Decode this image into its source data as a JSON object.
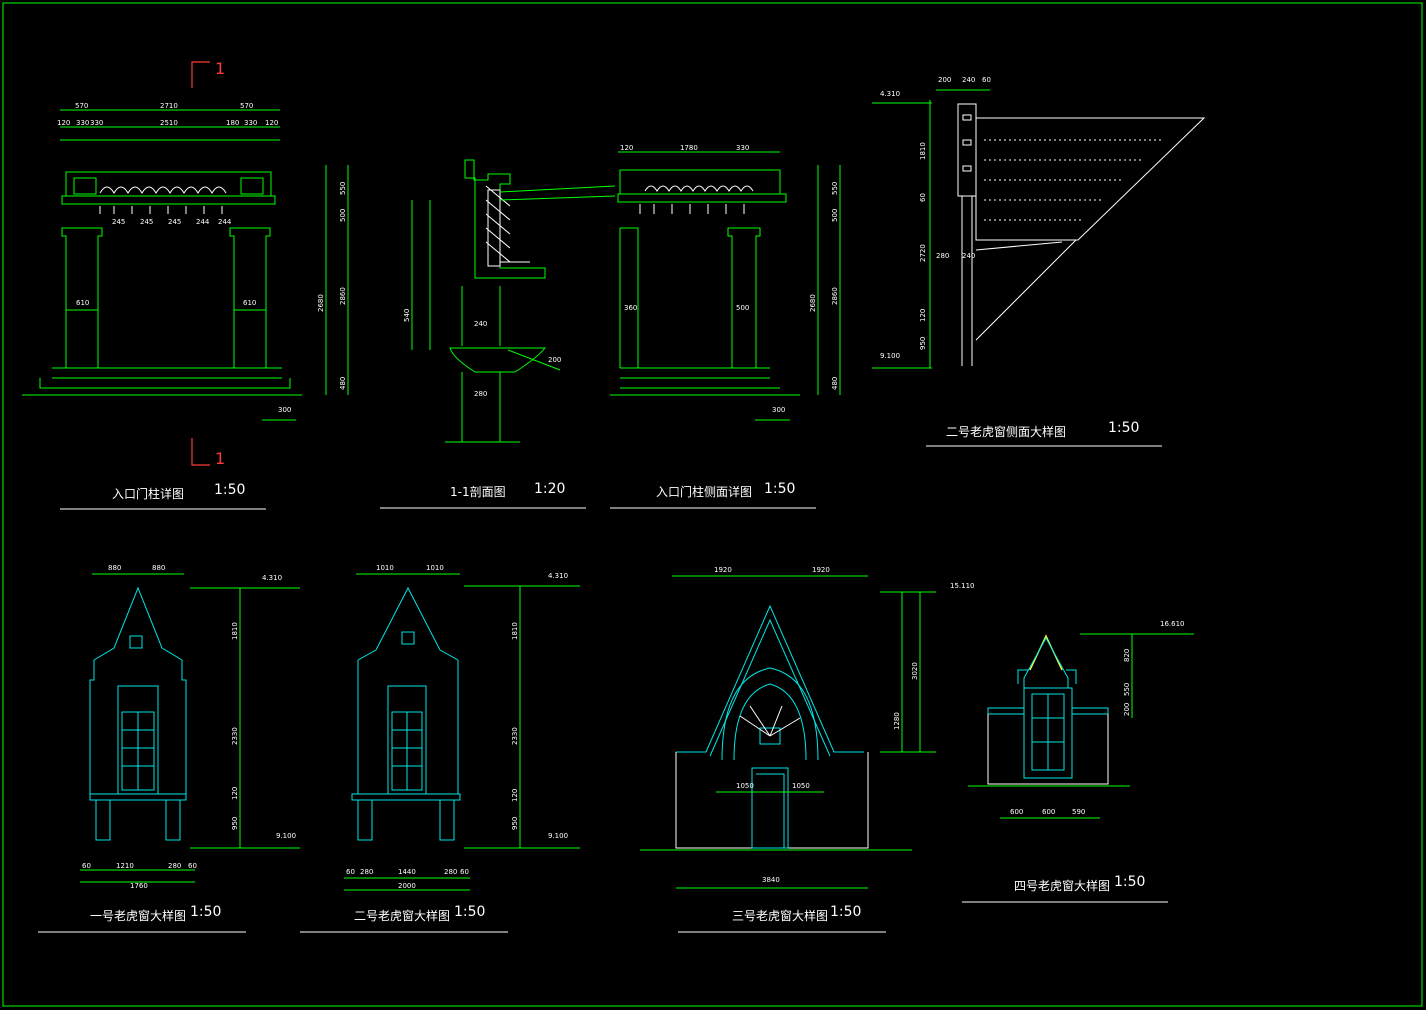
{
  "colors": {
    "background": "#000000",
    "linework": "#00ff00",
    "cyan": "#00e5e5",
    "text": "#ffffff",
    "section_mark": "#ff3a3a"
  },
  "section_mark": "1",
  "drawings": [
    {
      "id": "entrance-column",
      "title": "入口门柱详图",
      "scale": "1:50"
    },
    {
      "id": "section-1-1",
      "title": "1-1剖面图",
      "scale": "1:20"
    },
    {
      "id": "entrance-column-side",
      "title": "入口门柱侧面详图",
      "scale": "1:50"
    },
    {
      "id": "dormer2-side",
      "title": "二号老虎窗侧面大样图",
      "scale": "1:50"
    },
    {
      "id": "dormer1",
      "title": "一号老虎窗大样图",
      "scale": "1:50"
    },
    {
      "id": "dormer2",
      "title": "二号老虎窗大样图",
      "scale": "1:50"
    },
    {
      "id": "dormer3",
      "title": "三号老虎窗大样图",
      "scale": "1:50"
    },
    {
      "id": "dormer4",
      "title": "四号老虎窗大样图",
      "scale": "1:50"
    }
  ],
  "dims": {
    "ec_top": [
      "570",
      "2710",
      "570"
    ],
    "ec_row2": [
      "120",
      "330",
      "330",
      "2510",
      "180",
      "330",
      "120"
    ],
    "ec_span": [
      "245",
      "245",
      "245",
      "244",
      "244"
    ],
    "ec_cols": [
      "610",
      "610"
    ],
    "ec_right": [
      "550",
      "500",
      "2680",
      "480",
      "2860"
    ],
    "ec_base": "300",
    "s11": [
      "240",
      "280",
      "540",
      "200"
    ],
    "ecs_top": [
      "1780",
      "330",
      "120"
    ],
    "ecs_cols": [
      "360",
      "500"
    ],
    "ecs_right": [
      "550",
      "500",
      "2680",
      "480",
      "2860"
    ],
    "ecs_base": "300",
    "d2s_top": [
      "200",
      "240",
      "60"
    ],
    "d2s_left": [
      "1810",
      "60",
      "2720",
      "120",
      "950"
    ],
    "d2s_mid": [
      "280",
      "240"
    ],
    "d1_top": [
      "880",
      "880"
    ],
    "d1_right": [
      "1810",
      "2330",
      "120",
      "950"
    ],
    "d1_bottom": [
      "60",
      "1210",
      "280",
      "60",
      "1760"
    ],
    "d2_top": [
      "1010",
      "1010"
    ],
    "d2_right": [
      "1810",
      "2330",
      "120",
      "950"
    ],
    "d2_bottom": [
      "60",
      "280",
      "1440",
      "280",
      "60",
      "2000"
    ],
    "d3_top": [
      "1920",
      "1920"
    ],
    "d3_right": [
      "3020",
      "1280"
    ],
    "d3_mid": [
      "1050",
      "1050"
    ],
    "d3_bottom": "3840",
    "d4_right": [
      "820",
      "550",
      "200"
    ],
    "d4_bottom": [
      "600",
      "600",
      "590"
    ],
    "elev_mark": "4.310",
    "elev_9": "9.100",
    "elev_d3": "15.110",
    "elev_d4": "16.610"
  }
}
